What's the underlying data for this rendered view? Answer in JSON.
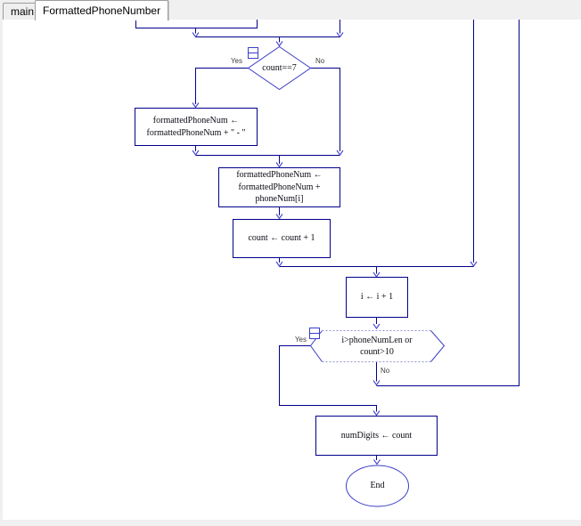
{
  "tabs": {
    "items": [
      {
        "label": "main"
      },
      {
        "label": "FormattedPhoneNumber"
      }
    ],
    "selected": "FormattedPhoneNumber"
  },
  "flowchart": {
    "decision_count": {
      "label": "count==7",
      "yes_label": "Yes",
      "no_label": "No"
    },
    "assign_dash": {
      "label": "formattedPhoneNum ←\nformattedPhoneNum + \" - \""
    },
    "assign_append": {
      "label": "formattedPhoneNum ←\nformattedPhoneNum +\nphoneNum[i]"
    },
    "assign_count": {
      "label": "count ← count + 1"
    },
    "assign_i": {
      "label": "i ← i + 1"
    },
    "loop_condition": {
      "label": "i>phoneNumLen or\ncount>10",
      "yes_label": "Yes",
      "no_label": "No"
    },
    "assign_numdigits": {
      "label": "numDigits ← count"
    },
    "terminal_end": {
      "label": "End"
    }
  },
  "colors": {
    "connector_navy": "#00008b",
    "shape_blue": "#3c3cc8",
    "arrow_blue": "#4646d0",
    "dash_blue": "#9393db",
    "canvas_bg": "#ffffff",
    "chrome_bg": "#f0f0f0"
  }
}
